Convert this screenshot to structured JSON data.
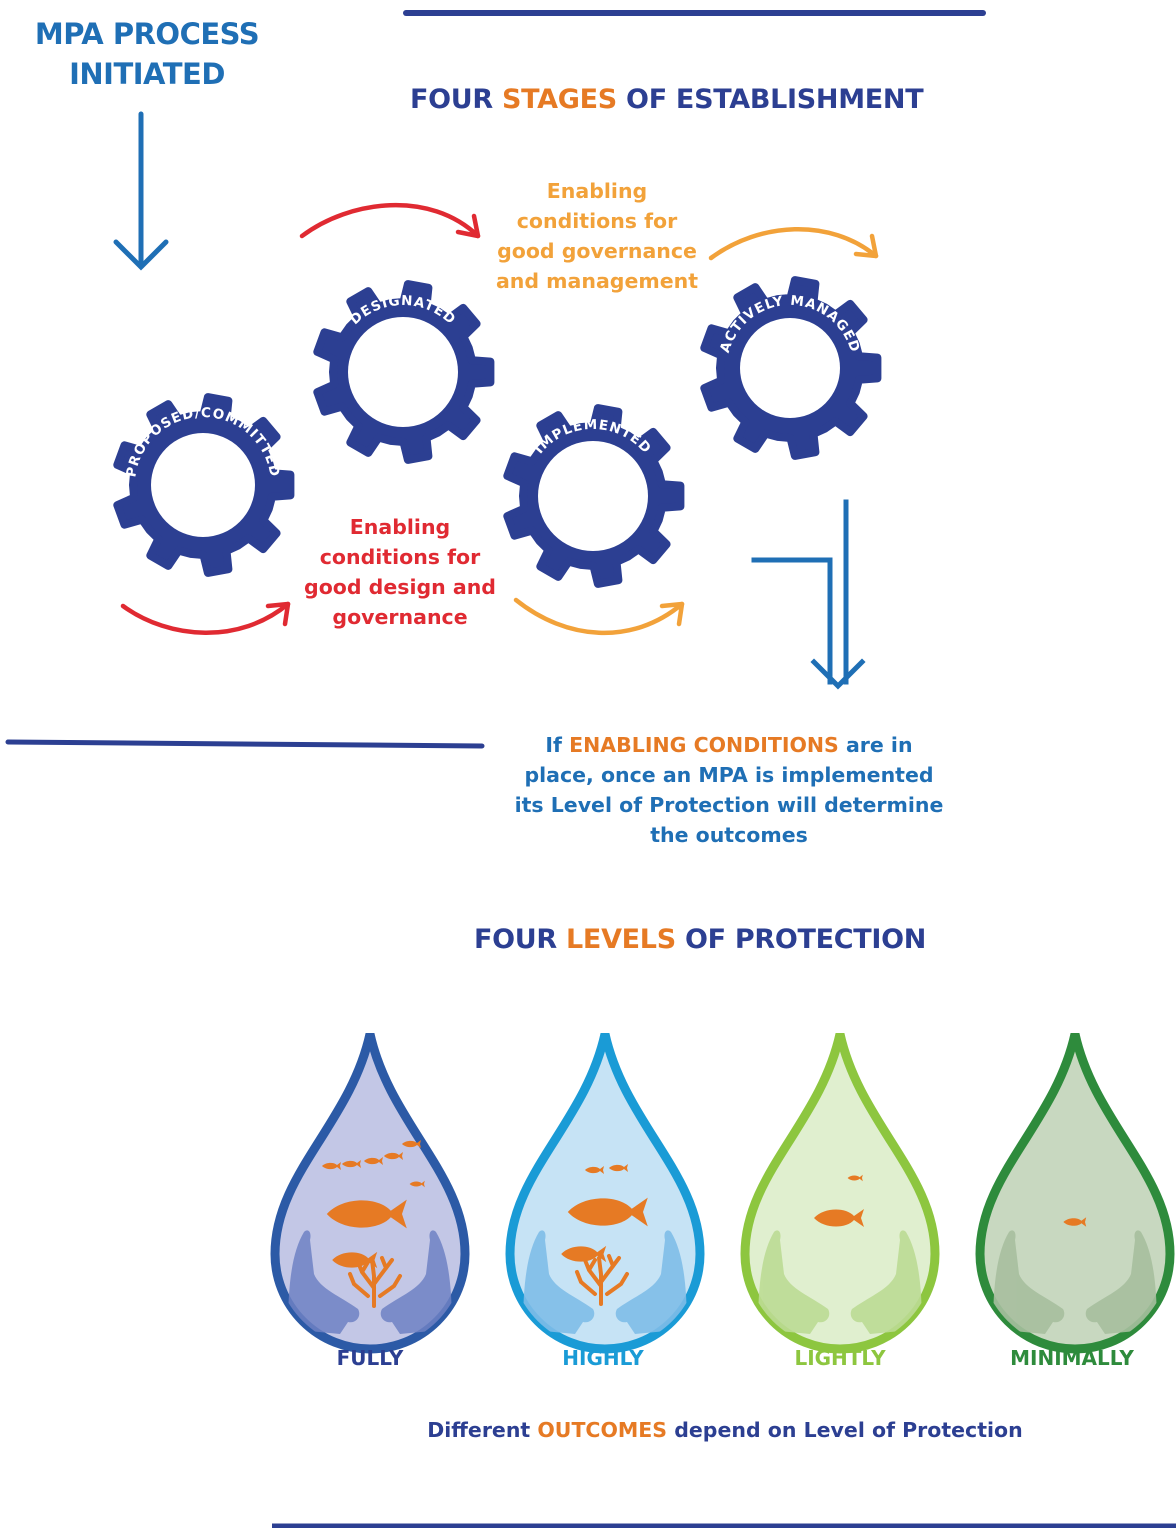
{
  "header": {
    "mpa_process": "MPA PROCESS INITIATED"
  },
  "stages": {
    "title_prefix": "FOUR ",
    "title_highlight": "STAGES",
    "title_suffix": " OF ESTABLISHMENT",
    "gears": [
      {
        "label": "PROPOSED/COMMITTED"
      },
      {
        "label": "DESIGNATED"
      },
      {
        "label": "IMPLEMENTED"
      },
      {
        "label": "ACTIVELY MANAGED"
      }
    ],
    "enabling_design": "Enabling conditions for good design and governance",
    "enabling_management": "Enabling conditions for good governance and management"
  },
  "condition": {
    "prefix": "If ",
    "highlight": "ENABLING CONDITIONS",
    "suffix": " are in place, once an MPA is implemented its Level of Protection will determine the outcomes"
  },
  "levels": {
    "title_prefix": "FOUR ",
    "title_highlight": "LEVELS",
    "title_suffix": " OF PROTECTION",
    "drops": [
      {
        "label": "FULLY",
        "color": "#2c5aa6"
      },
      {
        "label": "HIGHLY",
        "color": "#1a9bd6"
      },
      {
        "label": "LIGHTLY",
        "color": "#8dc63f"
      },
      {
        "label": "MINIMALLY",
        "color": "#2e8b3c"
      }
    ]
  },
  "outcomes": {
    "prefix": "Different ",
    "highlight": "OUTCOMES",
    "suffix": " depend on Level of Protection"
  },
  "colors": {
    "navy": "#2c3f92",
    "blue": "#1f6fb5",
    "orange": "#e67a24",
    "red": "#e02a32",
    "amber": "#f2a23a"
  }
}
